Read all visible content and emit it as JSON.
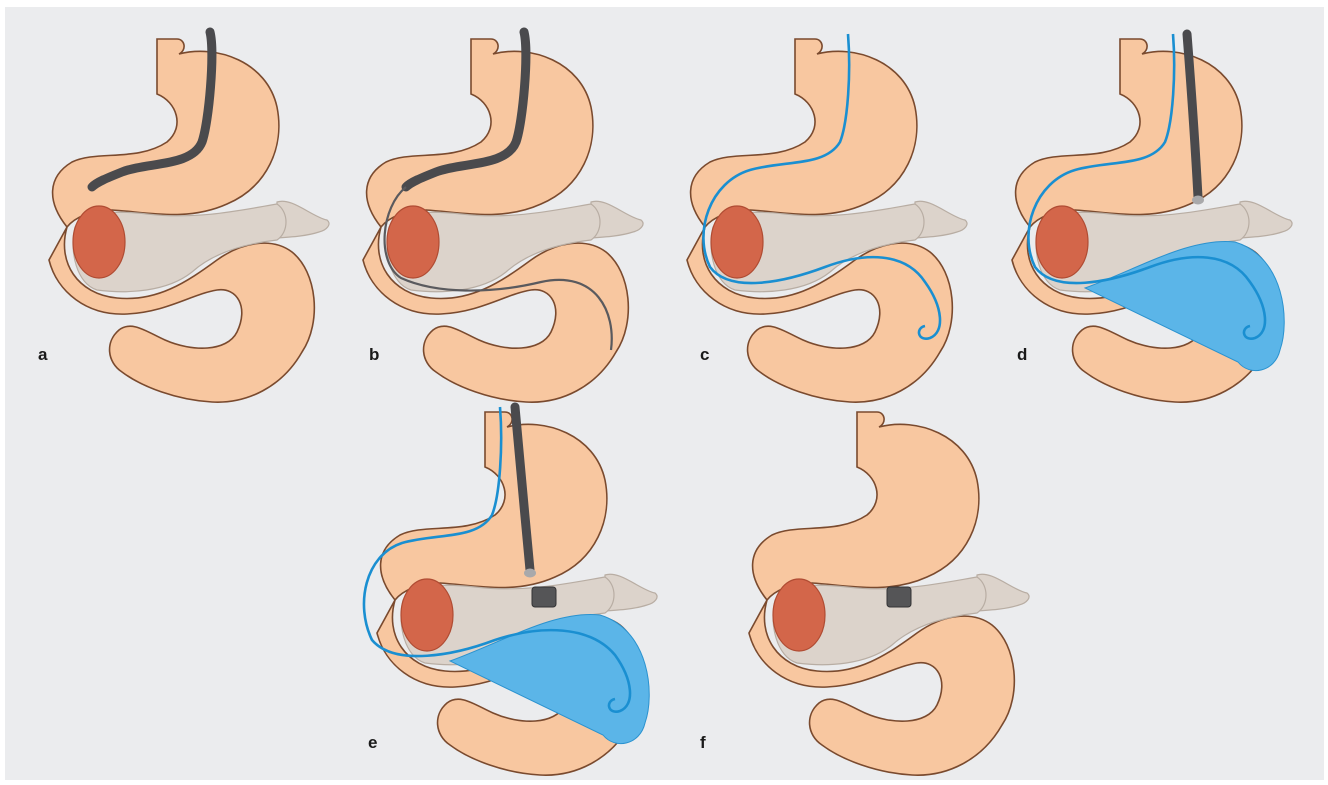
{
  "figure": {
    "panels": [
      {
        "id": "a",
        "label": "a",
        "endoscope": "along-stomach-curve",
        "guidewire": "none",
        "stent": false,
        "fluid": false
      },
      {
        "id": "b",
        "label": "b",
        "endoscope": "along-stomach-curve",
        "guidewire": "catheter-in-duodenum",
        "stent": false,
        "fluid": false
      },
      {
        "id": "c",
        "label": "c",
        "endoscope": "none",
        "guidewire": "coiled-in-duodenum",
        "stent": false,
        "fluid": false
      },
      {
        "id": "d",
        "label": "d",
        "endoscope": "straight-down",
        "guidewire": "coiled-in-duodenum",
        "stent": false,
        "fluid": true
      },
      {
        "id": "e",
        "label": "e",
        "endoscope": "straight-down",
        "guidewire": "coiled-in-duodenum",
        "stent": true,
        "fluid": true
      },
      {
        "id": "f",
        "label": "f",
        "endoscope": "none",
        "guidewire": "none",
        "stent": true,
        "fluid": false
      }
    ],
    "colors": {
      "background": "#ebecee",
      "stomach_fill": "#f8c7a0",
      "stomach_outline": "#7a4a2e",
      "pancreas_fill": "#dcd3cb",
      "pancreas_outline": "#b8ada3",
      "kidney_fill": "#d3664a",
      "endoscope": "#4a4a4d",
      "guidewire": "#1a8fd1",
      "fluid": "#5bb5e8",
      "stent": "#555557"
    }
  }
}
